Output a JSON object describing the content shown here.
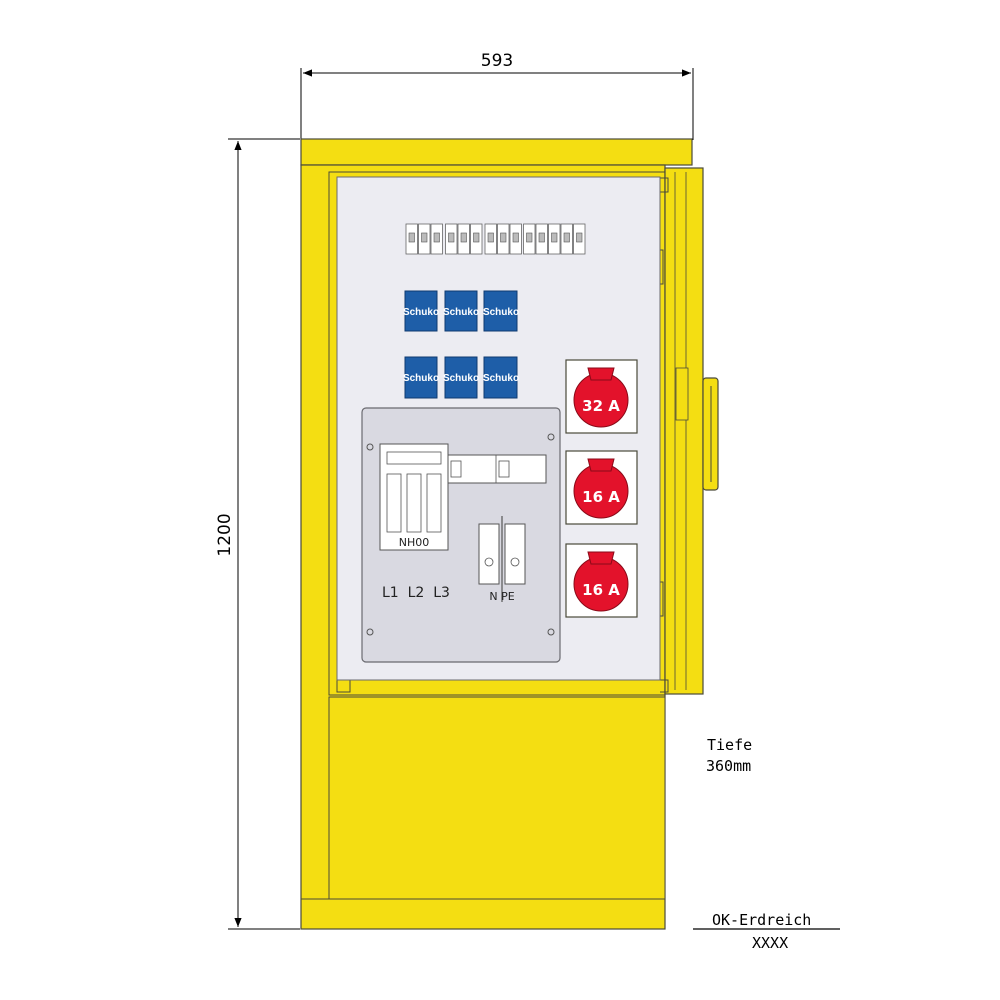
{
  "dimensions": {
    "width": "593",
    "height": "1200"
  },
  "schuko": [
    {
      "label": "Schuko"
    },
    {
      "label": "Schuko"
    },
    {
      "label": "Schuko"
    },
    {
      "label": "Schuko"
    },
    {
      "label": "Schuko"
    },
    {
      "label": "Schuko"
    }
  ],
  "cee_sockets": [
    {
      "label": "32 A"
    },
    {
      "label": "16 A"
    },
    {
      "label": "16 A"
    }
  ],
  "fuse": {
    "label": "NH00"
  },
  "phases": {
    "label": "L1  L2  L3"
  },
  "terminals": {
    "label": "N  PE"
  },
  "depth": {
    "line1": "Tiefe",
    "line2": "360mm"
  },
  "ground": {
    "label": "OK-Erdreich",
    "hatch": "XXXX"
  },
  "colors": {
    "housing": "#f4de12",
    "outline": "#4a4a3a",
    "panel": "#ececf2",
    "schuko_blue": "#1e5ea8",
    "cee_red": "#e3122b"
  }
}
